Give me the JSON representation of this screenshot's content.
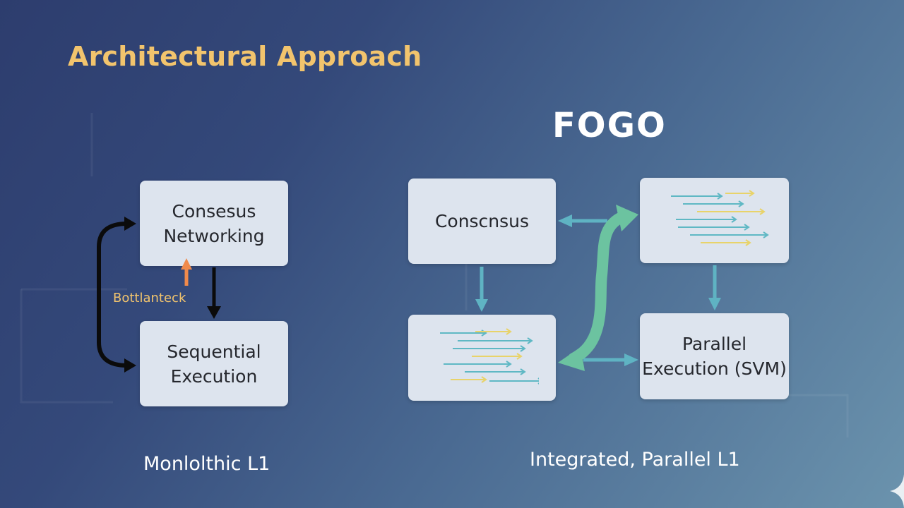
{
  "title": "Architectural Approach",
  "logo": "FOGO",
  "colors": {
    "title": "#f2c46d",
    "box_fill": "#dde4ee",
    "flow_teal": "#5fb3c3",
    "curve_green": "#6cc3a0",
    "bottleneck_arrow": "#f08a4b",
    "line_yellow": "#e8d36a",
    "line_teal": "#5fb8c4"
  },
  "monolithic": {
    "top_box": {
      "lines": [
        "Consesus",
        "Networking"
      ]
    },
    "bottom_box": {
      "lines": [
        "Sequential",
        "Execution"
      ]
    },
    "bottleneck_label": "Bottlanteck",
    "caption": "Monlolthic L1"
  },
  "integrated": {
    "consensus_box": {
      "label": "Conscnsus"
    },
    "parallel_box": {
      "lines": [
        "Parallel",
        "Execution (SVM)"
      ]
    },
    "parallel_lines_icon": "parallel-lanes-icon",
    "caption": "Integrated, Parallel L1"
  }
}
